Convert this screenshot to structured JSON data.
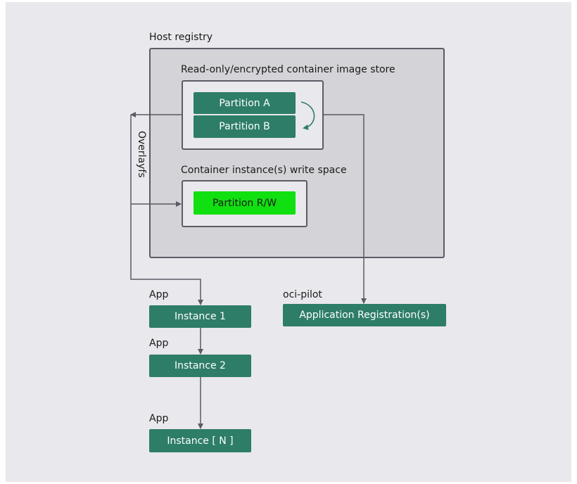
{
  "diagram": {
    "host_registry": {
      "label": "Host registry"
    },
    "image_store": {
      "label": "Read-only/encrypted container image store",
      "partition_a": "Partition A",
      "partition_b": "Partition B"
    },
    "write_space": {
      "label": "Container instance(s) write space",
      "partition_rw": "Partition R/W"
    },
    "overlay_label": "Overlayfs",
    "oci_pilot": {
      "label": "oci-pilot",
      "registration": "Application Registration(s)"
    },
    "instances": [
      {
        "app_label": "App",
        "name": "Instance 1"
      },
      {
        "app_label": "App",
        "name": "Instance 2"
      },
      {
        "app_label": "App",
        "name": "Instance  [ N ]"
      }
    ],
    "colors": {
      "background": "#e9e8ec",
      "host_fill": "#d4d3d7",
      "border": "#5a5b66",
      "teal": "#2e7d68",
      "green": "#10e010",
      "connector": "#5a5b66"
    }
  }
}
